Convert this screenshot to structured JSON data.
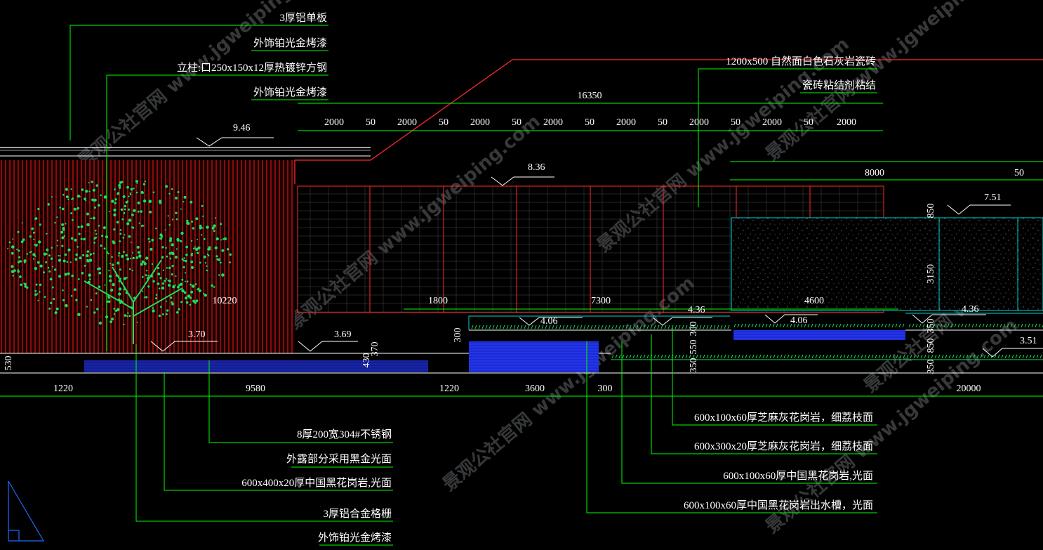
{
  "colors": {
    "background": "#000000",
    "leader": "#00ff00",
    "outline_red": "#ff2a2a",
    "water": "#1b2bd6",
    "text": "#ffffff",
    "cyan": "#00d4d4",
    "tree": "#19e05a"
  },
  "top_annotations": [
    "3厚铝单板",
    "外饰铂光金烤漆",
    "立柱:口250x150x12厚热镀锌方钢",
    "外饰铂光金烤漆"
  ],
  "right_annotations": [
    "1200x500 自然面白色石灰岩瓷砖",
    "瓷砖粘结剂粘结"
  ],
  "bottom_left_annotations": [
    "8厚200宽304#不锈钢",
    "外露部分采用黑金光面",
    "600x400x20厚中国黑花岗岩,光面",
    "3厚铝合金格栅",
    "外饰铂光金烤漆"
  ],
  "bottom_right_annotations": [
    "600x100x60厚芝麻灰花岗岩，细荔枝面",
    "600x300x20厚芝麻灰花岗岩，细荔枝面",
    "600x100x60厚中国黑花岗岩,光面",
    "600x100x60厚中国黑花岗岩出水槽，光面"
  ],
  "elevations": [
    "9.46",
    "8.36",
    "7.51",
    "3.70",
    "3.69",
    "4.06",
    "4.36",
    "4.06",
    "4.36",
    "3.51"
  ],
  "top_dimension": {
    "total": "16350",
    "segments": [
      "2000",
      "50",
      "2000",
      "50",
      "2000",
      "50",
      "2000",
      "50",
      "2000",
      "50",
      "2000",
      "50",
      "2000",
      "50",
      "2000"
    ]
  },
  "upper_right_dims": [
    "8000",
    "50"
  ],
  "vertical_dims": [
    "850",
    "3150",
    "10220",
    "530",
    "370",
    "300",
    "430",
    "350",
    "550",
    "300",
    "350",
    "850",
    "350"
  ],
  "mid_dims": [
    "1800",
    "7300",
    "4600"
  ],
  "bottom_dims": [
    "1220",
    "9580",
    "1220",
    "3600",
    "300",
    "20000"
  ],
  "watermark": "景观公社官网 www.jgweiping.com"
}
